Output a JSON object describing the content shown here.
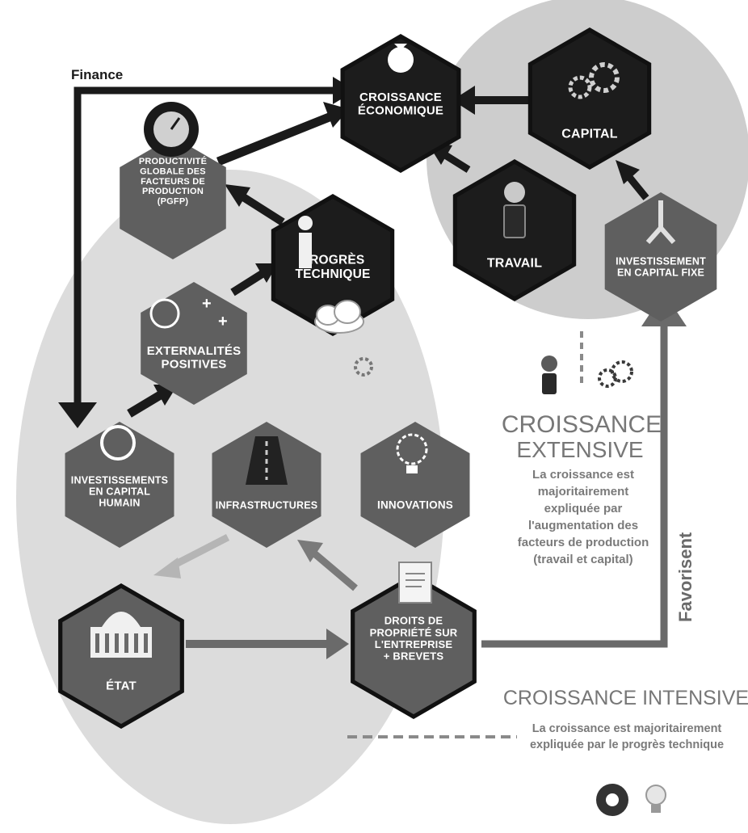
{
  "diagram": {
    "label_finance": "Finance",
    "label_favorisent": "Favorisent",
    "nodes": {
      "croissance_economique": [
        "CROISSANCE",
        "ÉCONOMIQUE"
      ],
      "capital": [
        "CAPITAL"
      ],
      "travail": [
        "TRAVAIL"
      ],
      "investissement_capital_fixe": [
        "INVESTISSEMENT",
        "EN CAPITAL FIXE"
      ],
      "pgfp": [
        "PRODUCTIVITÉ",
        "GLOBALE DES",
        "FACTEURS DE",
        "PRODUCTION",
        "(PGFP)"
      ],
      "progres_technique": [
        "PROGRÈS",
        "TECHNIQUE"
      ],
      "externalites_positives": [
        "EXTERNALITÉS",
        "POSITIVES"
      ],
      "investissements_capital_humain": [
        "INVESTISSEMENTS",
        "EN CAPITAL",
        "HUMAIN"
      ],
      "infrastructures": [
        "INFRASTRUCTURES"
      ],
      "innovations": [
        "INNOVATIONS"
      ],
      "etat": [
        "ÉTAT"
      ],
      "droits_propriete": [
        "DROITS DE",
        "PROPRIÉTÉ SUR",
        "L'ENTREPRISE",
        "+  BREVETS"
      ]
    },
    "extensive": {
      "title_1": "CROISSANCE",
      "title_2": "EXTENSIVE",
      "desc": [
        "La croissance est",
        "majoritairement",
        "expliquée par",
        "l'augmentation des",
        "facteurs de production",
        "(travail et capital)"
      ]
    },
    "intensive": {
      "title": "CROISSANCE INTENSIVE",
      "desc": [
        "La croissance est majoritairement",
        "expliquée par le progrès technique"
      ]
    },
    "colors": {
      "hex_dark": "#1c1c1c",
      "hex_grey": "#5f5f5f",
      "ellipse": "#d9d9d9",
      "circle": "#c8c8c8",
      "accent_arrow": "#7a7a7a",
      "orange_arrow": "#b8b8b8"
    }
  }
}
